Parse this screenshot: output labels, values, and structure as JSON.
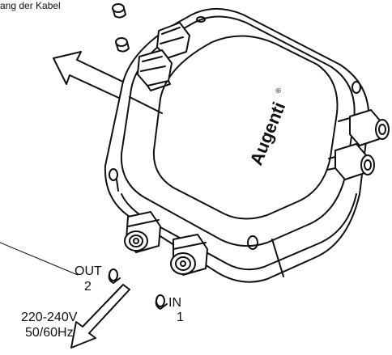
{
  "labels": {
    "top_caption": "ang der Kabel",
    "out": "OUT",
    "out_num": "2",
    "in": "IN",
    "in_num": "1",
    "voltage": "220-240V",
    "frequency": "50/60Hz"
  },
  "brand": {
    "name": "Augenti",
    "mark": "®"
  },
  "colors": {
    "line": "#111111",
    "fill": "#ffffff",
    "shade": "#e8e8e8"
  }
}
